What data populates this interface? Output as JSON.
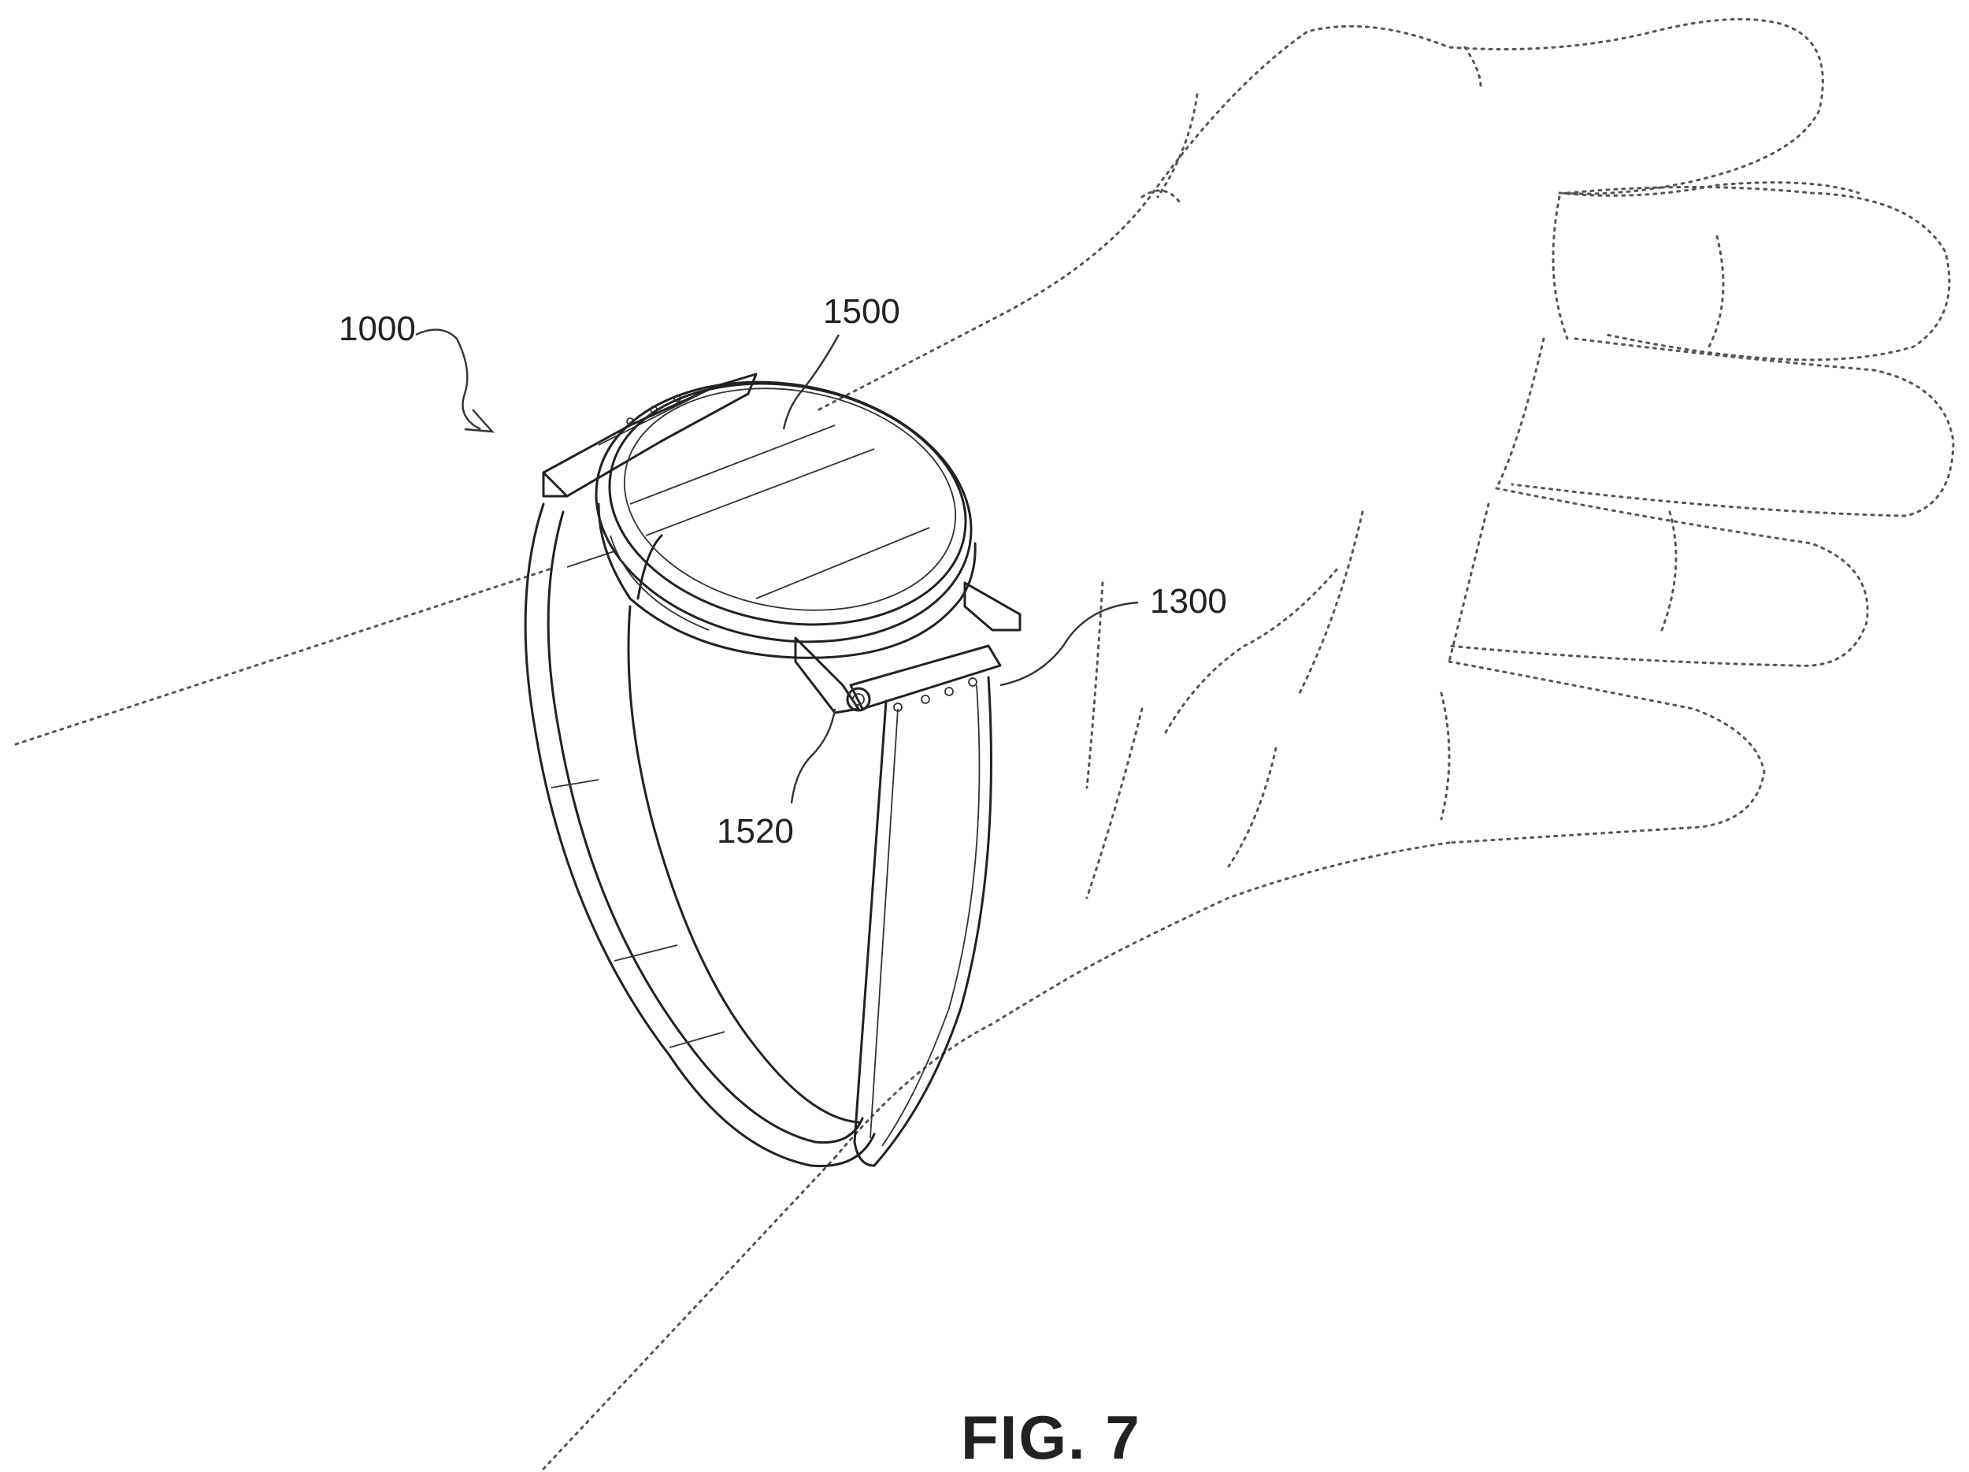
{
  "figure": {
    "caption": "FIG. 7",
    "labels": {
      "device": "1000",
      "display": "1500",
      "band": "1300",
      "connector": "1520"
    },
    "colors": {
      "line": "#222222",
      "background": "#ffffff"
    }
  }
}
